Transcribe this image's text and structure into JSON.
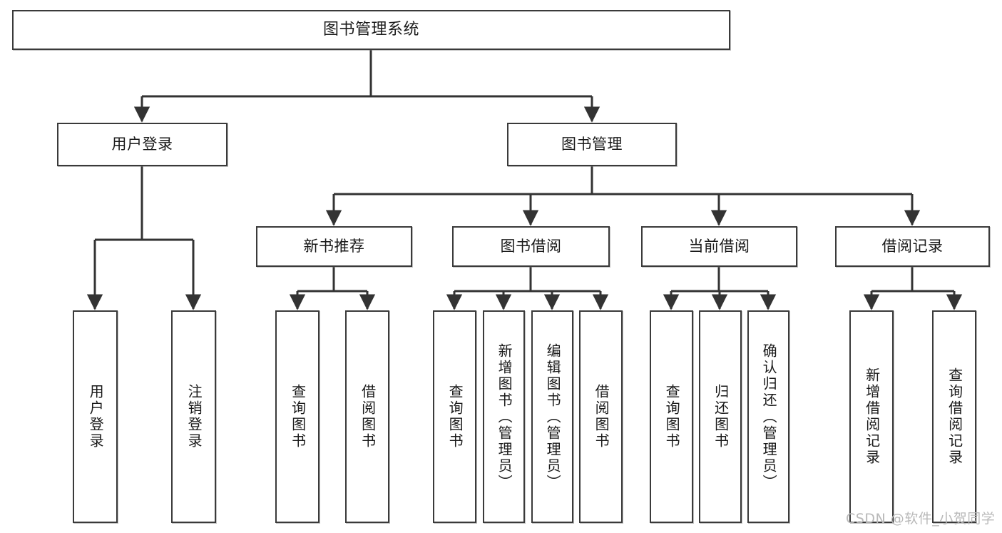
{
  "diagram": {
    "title": "图书管理系统",
    "type": "hierarchy-tree",
    "root": {
      "id": "root",
      "label": "图书管理系统"
    },
    "level2": [
      {
        "id": "user-login",
        "label": "用户登录"
      },
      {
        "id": "book-management",
        "label": "图书管理"
      }
    ],
    "level3": [
      {
        "id": "new-book-recommend",
        "label": "新书推荐",
        "parent": "book-management"
      },
      {
        "id": "book-borrow",
        "label": "图书借阅",
        "parent": "book-management"
      },
      {
        "id": "current-borrow",
        "label": "当前借阅",
        "parent": "book-management"
      },
      {
        "id": "borrow-record",
        "label": "借阅记录",
        "parent": "book-management"
      }
    ],
    "leaves": [
      {
        "id": "leaf-user-login",
        "label": "用户登录",
        "parent": "user-login"
      },
      {
        "id": "leaf-logout-login",
        "label": "注销登录",
        "parent": "user-login"
      },
      {
        "id": "leaf-query-book-1",
        "label": "查询图书",
        "parent": "new-book-recommend"
      },
      {
        "id": "leaf-borrow-book-1",
        "label": "借阅图书",
        "parent": "new-book-recommend"
      },
      {
        "id": "leaf-query-book-2",
        "label": "查询图书",
        "parent": "book-borrow"
      },
      {
        "id": "leaf-add-book",
        "label": "新增图书（管理员）",
        "parent": "book-borrow"
      },
      {
        "id": "leaf-edit-book",
        "label": "编辑图书（管理员）",
        "parent": "book-borrow"
      },
      {
        "id": "leaf-borrow-book-2",
        "label": "借阅图书",
        "parent": "book-borrow"
      },
      {
        "id": "leaf-query-book-3",
        "label": "查询图书",
        "parent": "current-borrow"
      },
      {
        "id": "leaf-return-book",
        "label": "归还图书",
        "parent": "current-borrow"
      },
      {
        "id": "leaf-confirm-return",
        "label": "确认归还（管理员）",
        "parent": "current-borrow"
      },
      {
        "id": "leaf-add-record",
        "label": "新增借阅记录",
        "parent": "borrow-record"
      },
      {
        "id": "leaf-query-record",
        "label": "查询借阅记录",
        "parent": "borrow-record"
      }
    ],
    "colors": {
      "box_border": "#3a3a3a",
      "box_fill": "#ffffff",
      "connector": "#333333",
      "text": "#1a1a1a",
      "watermark": "#b9b9b9",
      "background": "#ffffff"
    }
  },
  "watermark": {
    "text": "CSDN @软件_小贺同学"
  }
}
